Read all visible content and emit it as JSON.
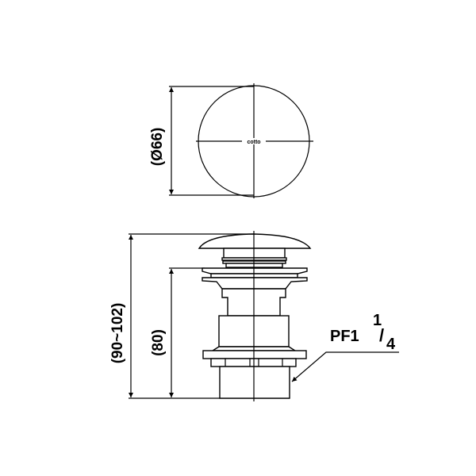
{
  "drawing": {
    "top_view": {
      "diameter_label": "(Ø66)",
      "logo_text": "cotto"
    },
    "side_view": {
      "total_height_label": "(90~102)",
      "body_height_label": "(80)",
      "thread_label": "PF1",
      "thread_fraction_numerator": "1",
      "thread_fraction_slash": "/",
      "thread_fraction_denominator": "4"
    },
    "line_color": "#000000",
    "background_color": "#ffffff"
  }
}
